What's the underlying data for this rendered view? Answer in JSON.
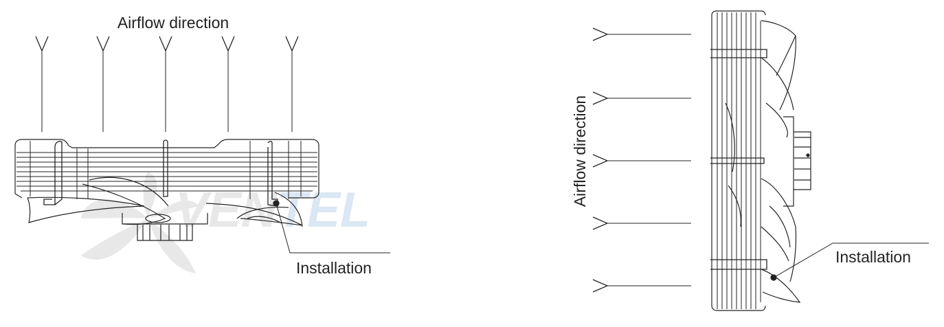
{
  "left_view": {
    "airflow_label": "Airflow direction",
    "installation_label": "Installation"
  },
  "right_view": {
    "airflow_label": "Airflow direction",
    "installation_label": "Installation"
  },
  "watermark": {
    "text": "VENTEL",
    "colors": {
      "grey": "#e8e8e8",
      "blue": "#dbe7f3"
    }
  },
  "colors": {
    "line": "#222222",
    "background": "#ffffff"
  }
}
